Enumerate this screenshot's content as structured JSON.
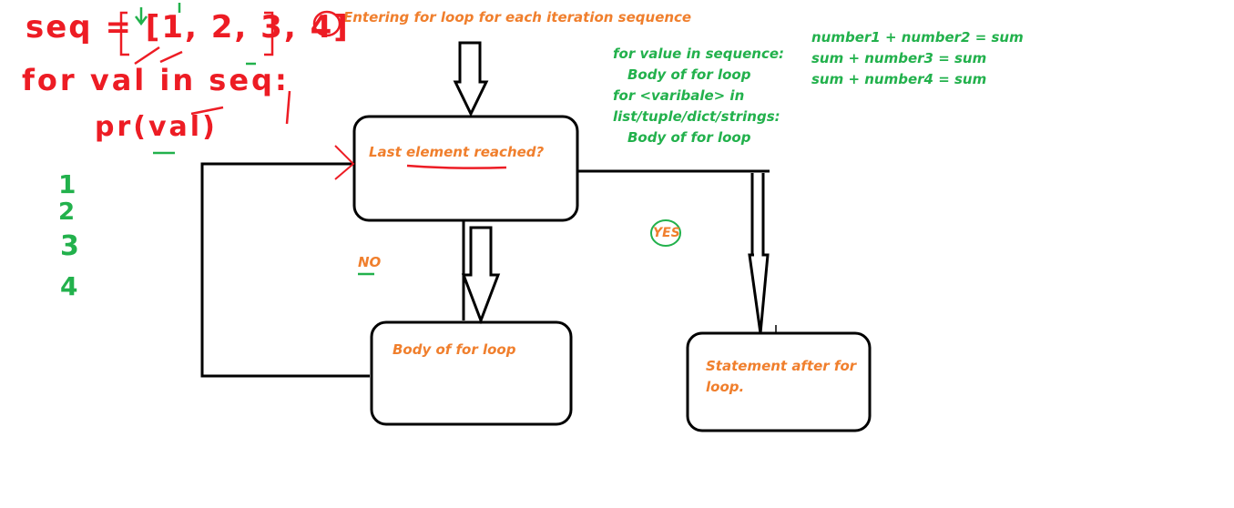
{
  "colors": {
    "stroke": "#000000",
    "label_orange": "#f07f2d",
    "code_green": "#22b14c",
    "annotation_red": "#ed1c24"
  },
  "title_annotation": "Entering for loop for each iteration sequence",
  "decision_box": {
    "label": "Last element reached?"
  },
  "body_box": {
    "label": "Body of for loop"
  },
  "after_box": {
    "label_line1": "Statement after for",
    "label_line2": "loop."
  },
  "branch_labels": {
    "no": "NO",
    "yes": "YES"
  },
  "syntax_note": {
    "lines": [
      "for value in sequence:",
      "    Body of for loop",
      "for <varibale> in",
      "list/tuple/dict/strings:",
      "    Body of for loop"
    ]
  },
  "sum_note": {
    "lines": [
      "number1 + number2 = sum",
      "sum + number3 = sum",
      "sum + number4 = sum"
    ]
  },
  "handwritten_code": {
    "line1": "seq = [1, 2, 3, 4]",
    "line2": "for val in seq:",
    "line3": "pr(val)"
  },
  "handwritten_output": [
    "1",
    "2",
    "3",
    "4"
  ],
  "icons": {
    "step_marker": "circled-one-icon"
  }
}
